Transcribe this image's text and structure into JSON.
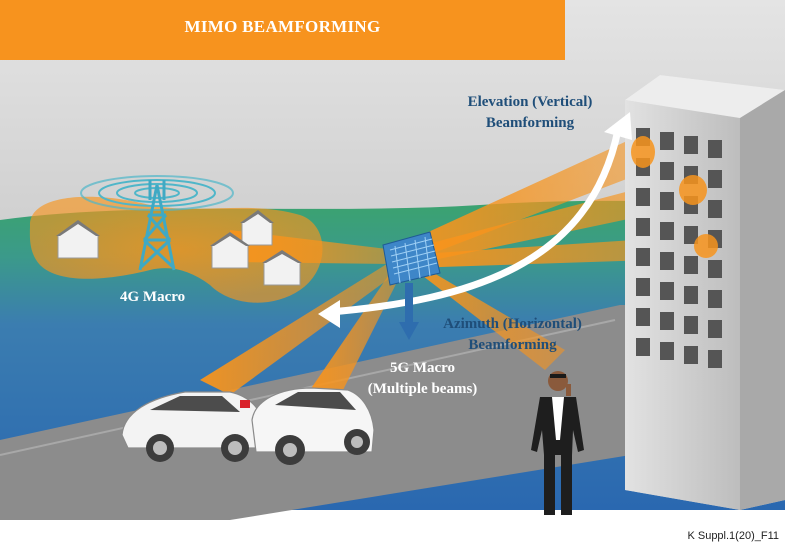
{
  "title": "MIMO BEAMFORMING",
  "labels": {
    "macro_4g": "4G Macro",
    "macro_5g_line1": "5G Macro",
    "macro_5g_line2": "(Multiple beams)",
    "elevation_line1": "Elevation (Vertical)",
    "elevation_line2": "Beamforming",
    "azimuth_line1": "Azimuth (Horizontal)",
    "azimuth_line2": "Beamforming"
  },
  "figure_id": "K Suppl.1(20)_F11",
  "colors": {
    "banner_orange": "#F7931E",
    "beam_orange": "#F7941D",
    "label_blue": "#1F4E79",
    "sky_grey": "#D9D9D9",
    "ground_green": "#3FA66B",
    "ground_blue": "#2E6EB5"
  }
}
